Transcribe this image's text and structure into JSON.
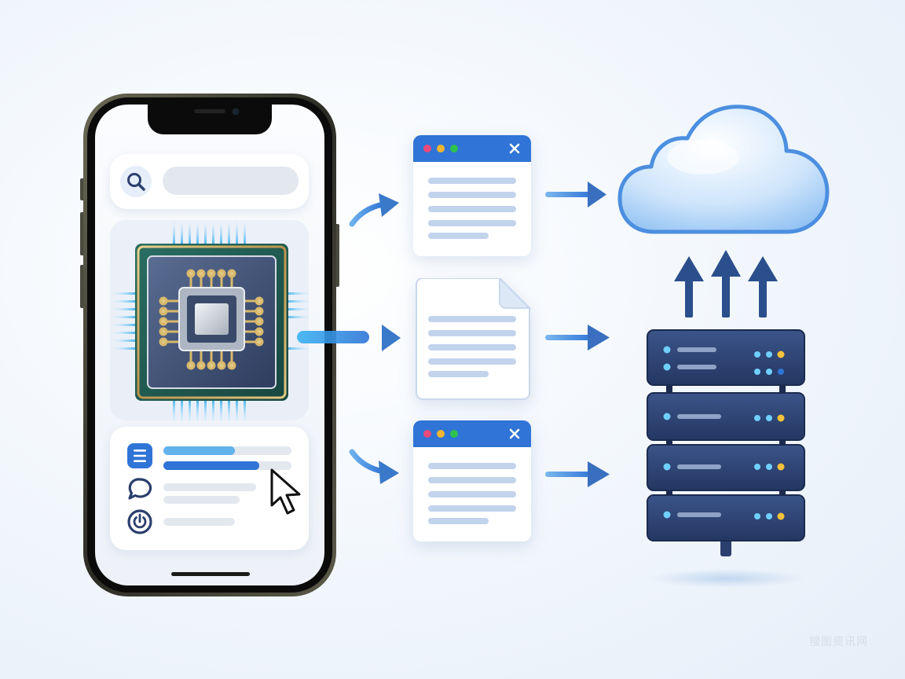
{
  "diagram": {
    "components": [
      {
        "id": "phone",
        "icon": "smartphone-icon"
      },
      {
        "id": "processor",
        "icon": "cpu-chip-icon"
      },
      {
        "id": "browser-window-top",
        "icon": "browser-window-icon"
      },
      {
        "id": "document",
        "icon": "document-icon"
      },
      {
        "id": "browser-window-bottom",
        "icon": "browser-window-icon"
      },
      {
        "id": "cloud",
        "icon": "cloud-icon"
      },
      {
        "id": "server-rack",
        "icon": "server-icon"
      }
    ],
    "phone_screen": {
      "search_icon": "search-icon",
      "menu_icons": [
        "list-icon",
        "chat-bubble-icon",
        "power-icon"
      ],
      "cursor_icon": "pointer-cursor-icon"
    },
    "window_controls": {
      "dots": [
        "#e94b7c",
        "#f2b632",
        "#30c251"
      ],
      "close_icon": "close-icon"
    },
    "colors": {
      "accent_blue": "#2f74d6",
      "arrow_blue": "#3a78c9",
      "server_navy": "#2b3f6e",
      "cloud_blue": "#8fc0f2",
      "chip_green": "#1f5b52",
      "chip_gold": "#c7a85a",
      "led_cyan": "#6fd0ff",
      "led_yellow": "#f4c23b"
    }
  },
  "watermark": "搜图资讯网"
}
